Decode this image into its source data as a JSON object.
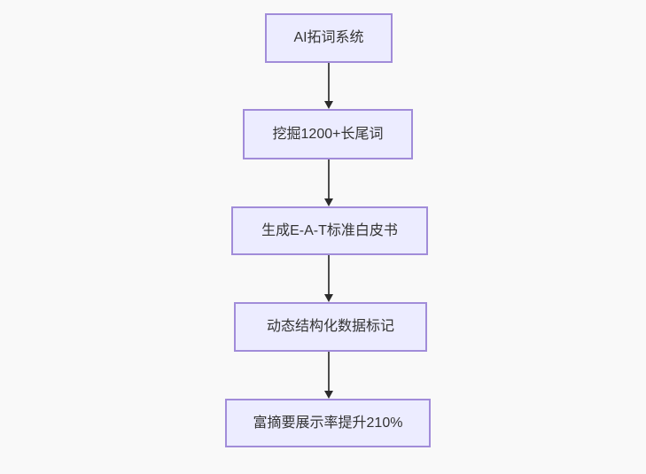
{
  "page": {
    "background_color": "#f9f9f9"
  },
  "flowchart": {
    "type": "flowchart",
    "direction": "top-down",
    "node_style": {
      "fill": "#ECECFF",
      "border_color": "#9370DB",
      "text_color": "#333333"
    },
    "edge_style": {
      "line_color": "#333333",
      "arrowhead_color": "#333333"
    },
    "nodes": [
      {
        "id": "n1",
        "label": "AI拓词系统"
      },
      {
        "id": "n2",
        "label": "挖掘1200+长尾词"
      },
      {
        "id": "n3",
        "label": "生成E-A-T标准白皮书"
      },
      {
        "id": "n4",
        "label": "动态结构化数据标记"
      },
      {
        "id": "n5",
        "label": "富摘要展示率提升210%"
      }
    ],
    "edges": [
      {
        "from": "n1",
        "to": "n2"
      },
      {
        "from": "n2",
        "to": "n3"
      },
      {
        "from": "n3",
        "to": "n4"
      },
      {
        "from": "n4",
        "to": "n5"
      }
    ]
  }
}
